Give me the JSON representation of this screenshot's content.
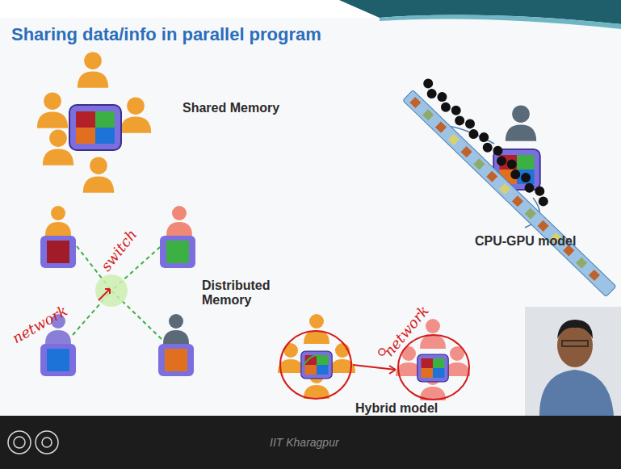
{
  "diagram": {
    "title": "Sharing data/info in parallel program",
    "labels": [
      "Shared Memory",
      "switch",
      "network",
      "Distributed Memory",
      "CPU-GPU model",
      "network",
      "Hybrid model",
      "IIT Kharagpur"
    ]
  }
}
